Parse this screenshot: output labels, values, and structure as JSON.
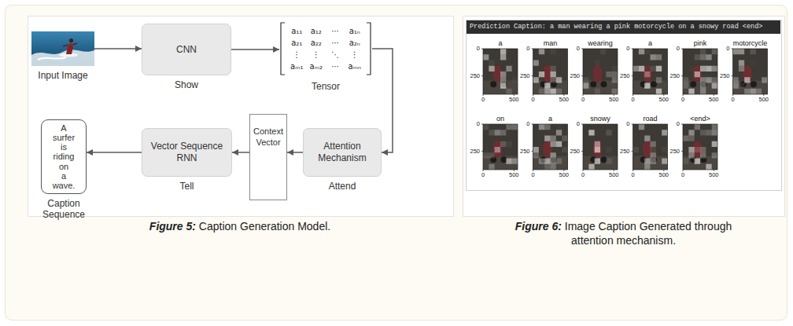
{
  "diagram": {
    "nodes": [
      {
        "text": [
          "Input Image"
        ]
      },
      {
        "text": [
          "CNN",
          "Show"
        ]
      },
      {
        "text": [
          "a₁₁",
          "a₁₂",
          "⋯",
          "a₁ₙ",
          "a₂₁",
          "a₂₂",
          "⋯",
          "a₂ₙ",
          "⋮",
          "⋮",
          "⋱",
          "⋮",
          "aₘ₁",
          "aₘ₂",
          "⋯",
          "aₘₙ",
          "Tensor"
        ]
      },
      {
        "text": [
          "A surfer is riding on a wave.",
          "Caption Sequence"
        ]
      },
      {
        "text": [
          "Vector Sequence RNN",
          "Tell"
        ]
      },
      {
        "text": [
          "Context Vector"
        ]
      },
      {
        "text": [
          "Attention Mechanism",
          "Attend"
        ]
      }
    ],
    "edges": [
      {
        "from": 0,
        "to": 1,
        "arrow": "to"
      },
      {
        "from": 1,
        "to": 2,
        "arrow": "to"
      },
      {
        "from": 2,
        "to": 6,
        "arrow": "to"
      },
      {
        "from": 6,
        "to": 5,
        "arrow": "to"
      },
      {
        "from": 5,
        "to": 4,
        "arrow": "to"
      },
      {
        "from": 4,
        "to": 3,
        "arrow": "to"
      }
    ],
    "labels": [
      "Figure 5:",
      "Caption Generation Model.",
      "Prediction Caption: a man wearing a pink motorcycle on a snowy road <end>",
      "a",
      "0",
      "250",
      "0",
      "500",
      "man",
      "0",
      "250",
      "0",
      "500",
      "wearing",
      "0",
      "250",
      "0",
      "500",
      "a",
      "0",
      "250",
      "0",
      "500",
      "pink",
      "0",
      "250",
      "0",
      "500",
      "motorcycle",
      "0",
      "250",
      "0",
      "500",
      "on",
      "0",
      "250",
      "0",
      "500",
      "a",
      "0",
      "250",
      "0",
      "500",
      "snowy",
      "0",
      "250",
      "0",
      "500",
      "road",
      "0",
      "250",
      "0",
      "500",
      "<end>",
      "0",
      "250",
      "0",
      "500",
      "Figure 6:",
      "Image Caption Generated through attention mechanism."
    ]
  }
}
